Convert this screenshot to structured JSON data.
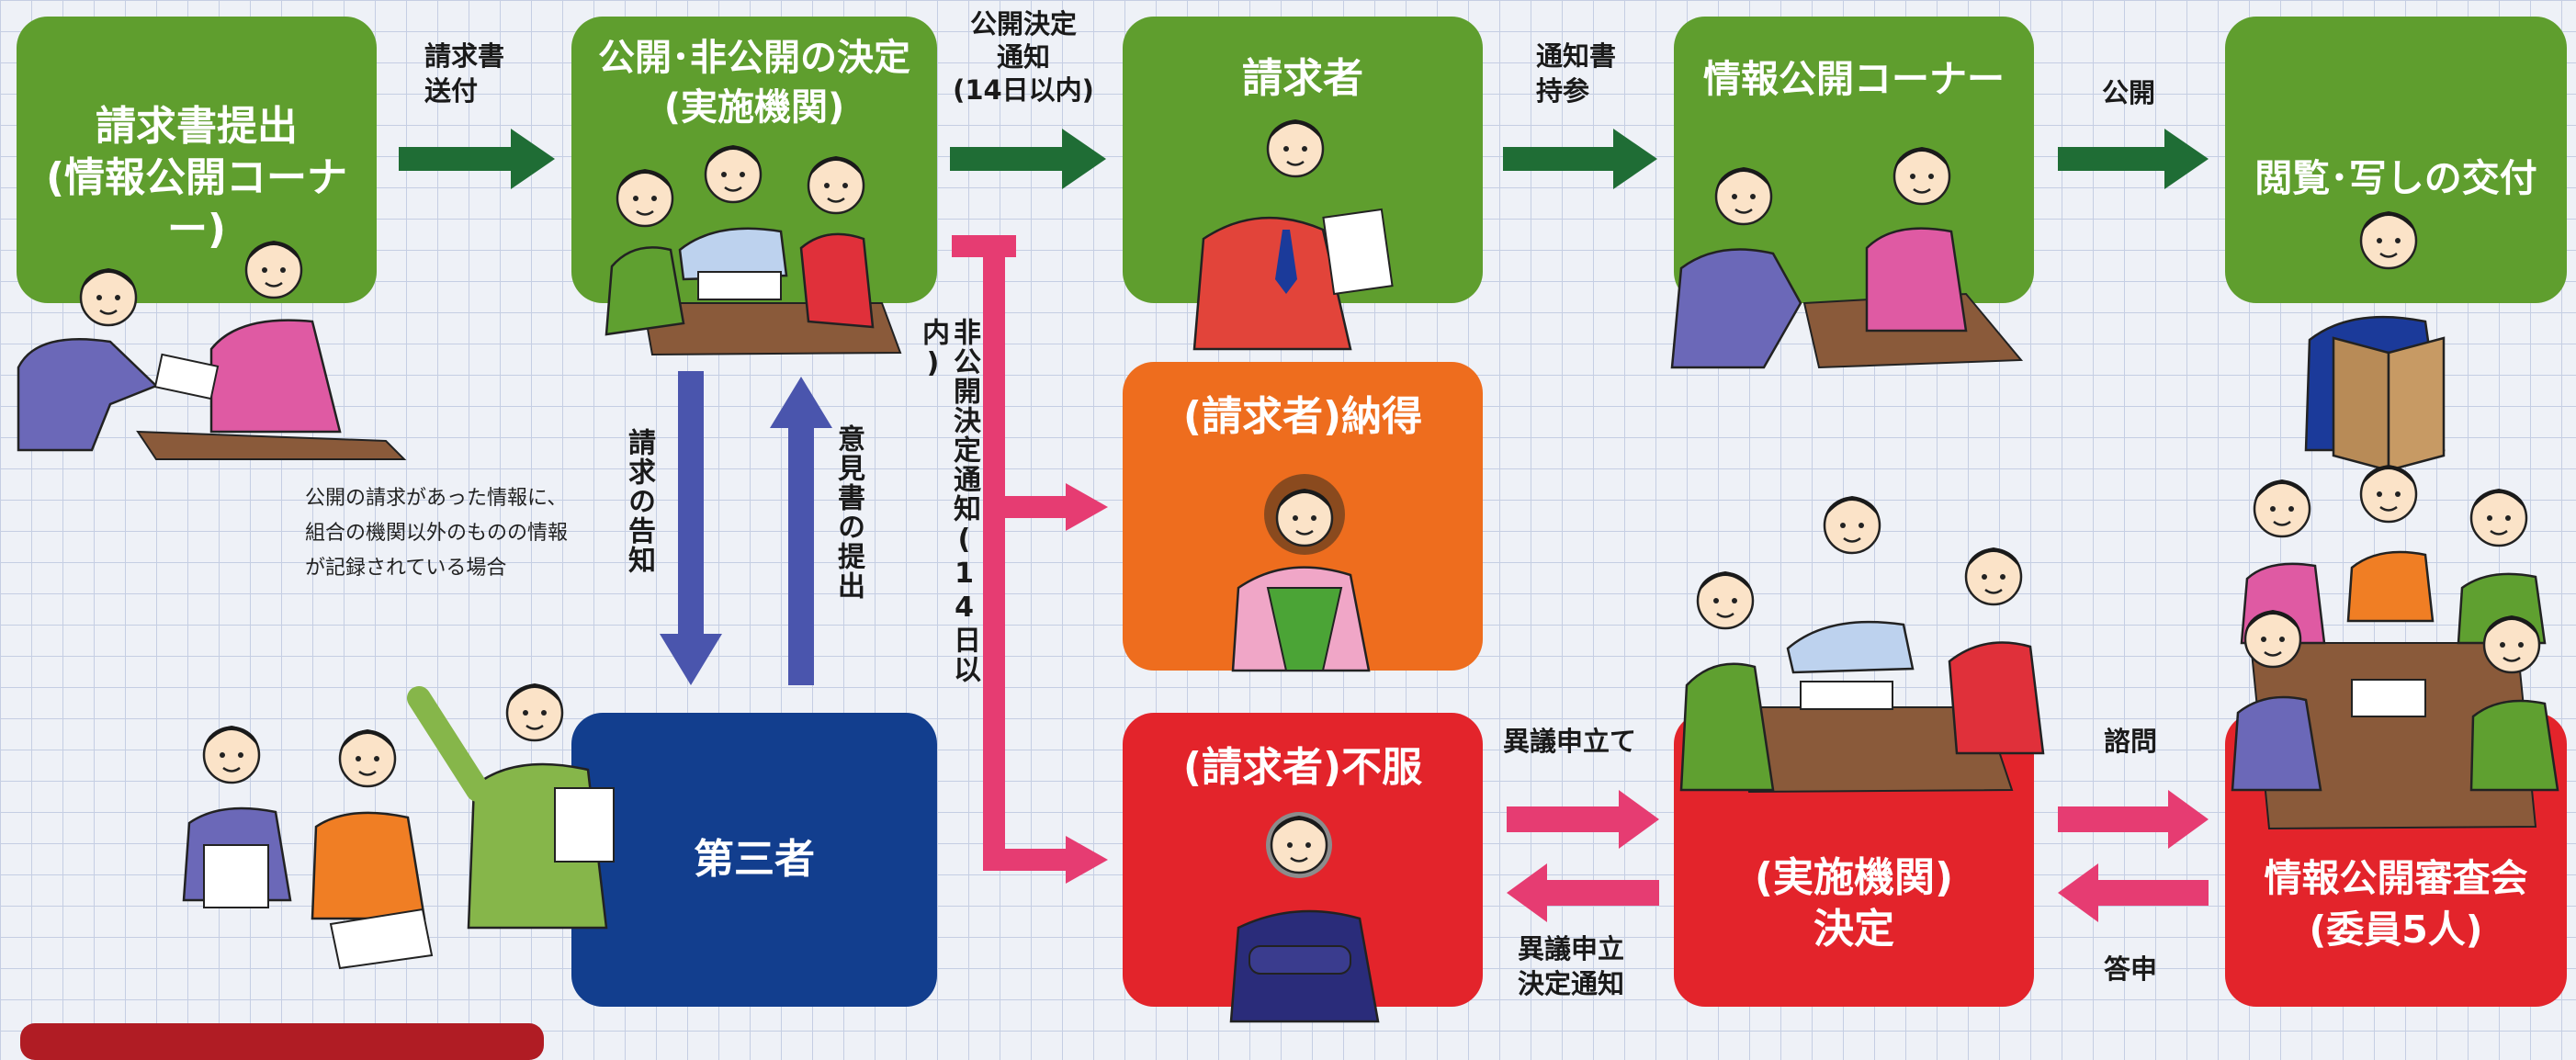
{
  "boxes": {
    "request_submit": "請求書提出\n(情報公開コーナー)",
    "decision": "公開･非公開の決定\n(実施機関)",
    "requester": "請求者",
    "info_corner": "情報公開コーナー",
    "viewing": "閲覧･写しの交付",
    "satisfied": "(請求者)納得",
    "dissatisfied": "(請求者)不服",
    "third_party": "第三者",
    "agency_decision": "(実施機関)\n決定",
    "review_board": "情報公開審査会\n(委員5人)"
  },
  "labels": {
    "send_request": "請求書\n送付",
    "disclosure_notice": "公開決定\n通知\n(14日以内)",
    "bring_notice": "通知書\n持参",
    "disclose": "公開",
    "nondisclosure_notice": "非公開決定通知(14日以内)",
    "notify_request": "請求の告知",
    "submit_opinion": "意見書の提出",
    "objection": "異議申立て",
    "objection_decision_notice": "異議申立\n決定通知",
    "consult": "諮問",
    "report": "答申",
    "third_party_note": "公開の請求があった情報に、\n組合の機関以外のものの情報\nが記録されている場合"
  },
  "colors": {
    "green_box": "#5f9e2e",
    "orange_box": "#ee6d1e",
    "red_box": "#e3242b",
    "blue_box": "#123e8e",
    "green_arrow": "#1f6d35",
    "blue_arrow": "#4a55ad",
    "pink_arrow": "#e63c72"
  }
}
